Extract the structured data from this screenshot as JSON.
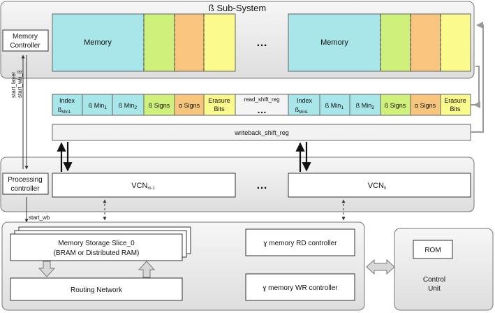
{
  "beta_subsystem": {
    "title": "ß Sub-System",
    "memory_controller": [
      "Memory",
      "Controller"
    ],
    "memory_label": "Memory",
    "ellipsis": "…"
  },
  "registers": {
    "index_line1": "Index",
    "index_line2": "ß",
    "index_sub": "Min1",
    "bmin1": "ß Min",
    "bmin1_sub": "1",
    "bmin2": "ß Min",
    "bmin2_sub": "2",
    "beta_signs": "ß Signs",
    "alpha_signs": "α Signs",
    "erasure_line1": "Erasure",
    "erasure_line2": "Bits",
    "read_shift_reg": "read_shift_reg",
    "writeback_shift_reg": "writeback_shift_reg"
  },
  "signals": {
    "start_layer": "start_layer",
    "start_wb_b": "start_wb_ß",
    "start_wb": "start_wb"
  },
  "processing": {
    "controller": [
      "Processing",
      "controller"
    ],
    "vcn_left": "VCN",
    "vcn_left_sub": "m-1",
    "vcn_right": "VCN",
    "vcn_right_sub": "0",
    "ellipsis": "…"
  },
  "gamma": {
    "storage_line1": "Memory Storage Slice_0",
    "storage_line2": "(BRAM or Distributed RAM)",
    "routing": "Routing Network",
    "rd_controller": "ɣ memory RD controller",
    "wr_controller": "ɣ memory WR controller"
  },
  "control_unit": {
    "rom": "ROM",
    "label": [
      "Control",
      "Unit"
    ]
  },
  "colors": {
    "memory": "#a8e6ea",
    "beta": "#cff07a",
    "alpha": "#f7c57d",
    "erasure": "#fbfa8c",
    "panel": "#ececec"
  }
}
